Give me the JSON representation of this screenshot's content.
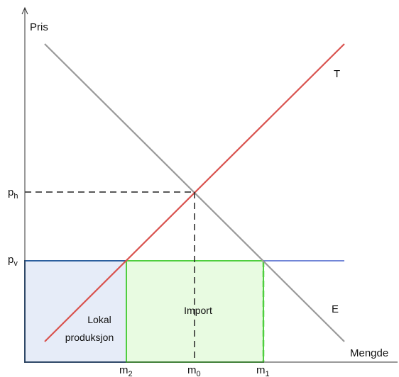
{
  "axes": {
    "y_label": "Pris",
    "x_label": "Mengde"
  },
  "curves": {
    "supply": {
      "label": "T",
      "color": "#d9534f"
    },
    "demand": {
      "label": "E",
      "color": "#9a9a9a"
    }
  },
  "price_levels": {
    "high": {
      "base": "p",
      "sub": "h",
      "color": "#111111"
    },
    "world": {
      "base": "p",
      "sub": "v",
      "color": "#1f3fbf"
    }
  },
  "quantity_marks": {
    "m2": {
      "base": "m",
      "sub": "2"
    },
    "m0": {
      "base": "m",
      "sub": "0"
    },
    "m1": {
      "base": "m",
      "sub": "1"
    }
  },
  "areas": {
    "local_production": {
      "line1": "Lokal",
      "line2": "produksjon",
      "fill": "#e6ecf8",
      "stroke": "#2c5f9e"
    },
    "import": {
      "label": "Import",
      "fill": "#e8fbe1",
      "stroke": "#4fce3f"
    }
  }
}
